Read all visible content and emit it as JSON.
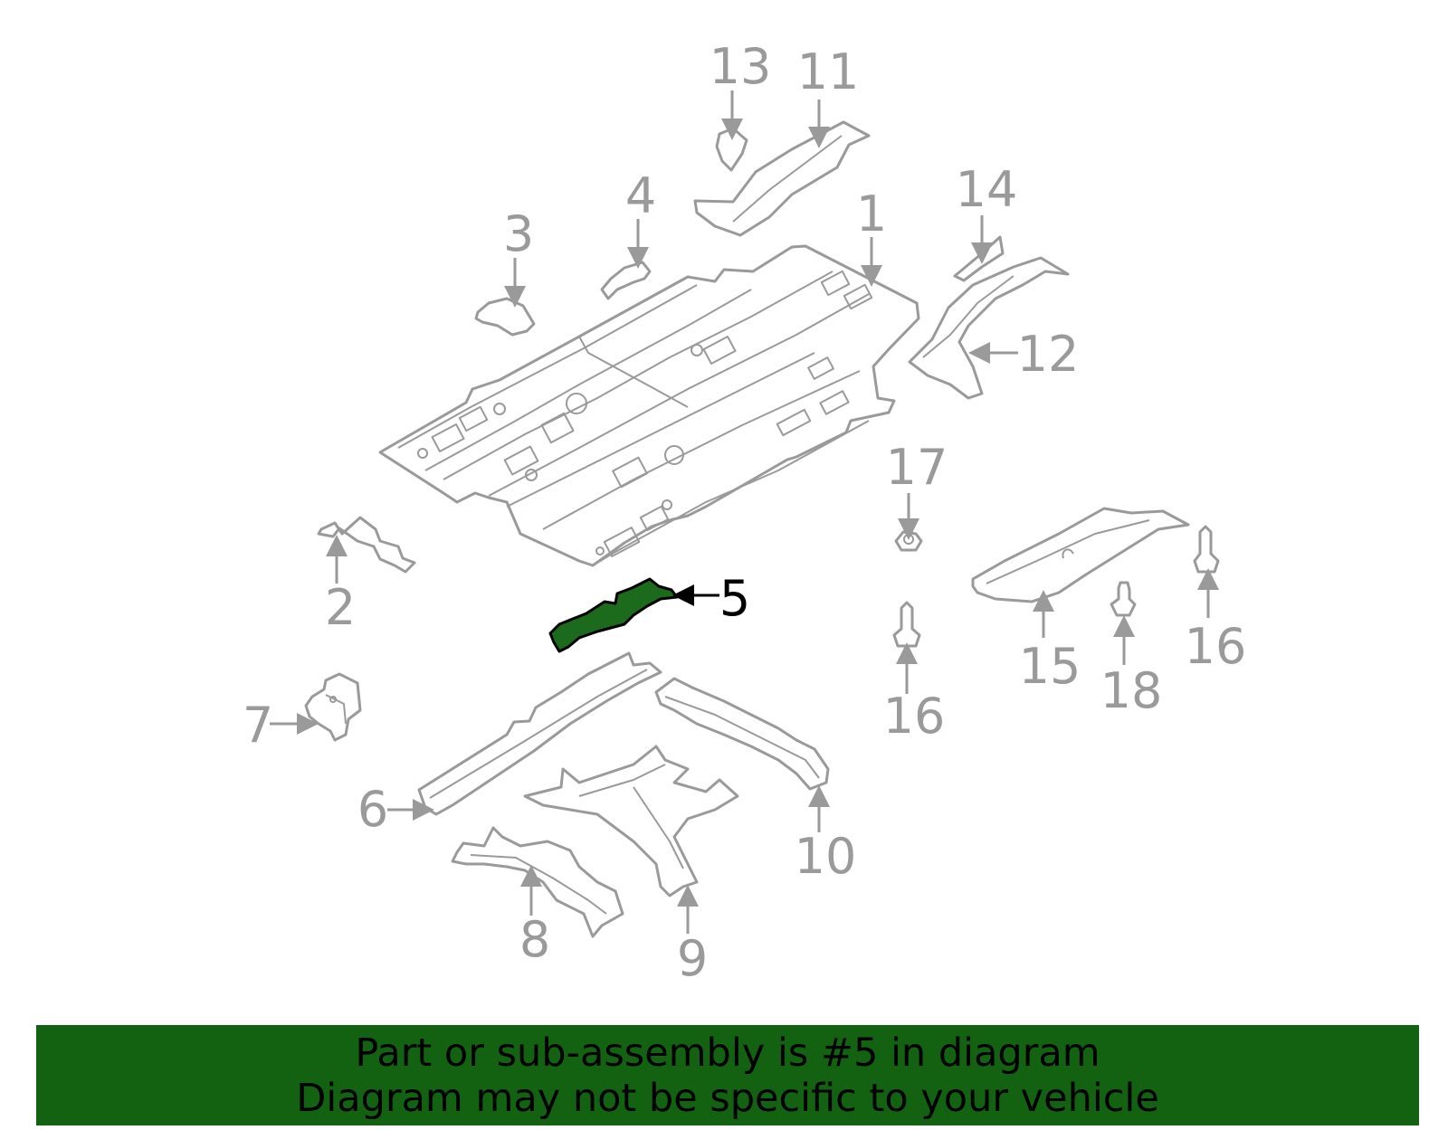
{
  "callouts": {
    "c1": "1",
    "c2": "2",
    "c3": "3",
    "c4": "4",
    "c5": "5",
    "c6": "6",
    "c7": "7",
    "c8": "8",
    "c9": "9",
    "c10": "10",
    "c11": "11",
    "c12": "12",
    "c13": "13",
    "c14": "14",
    "c15": "15",
    "c16a": "16",
    "c16b": "16",
    "c17": "17",
    "c18": "18"
  },
  "highlighted_part": "5",
  "colors": {
    "part_line": "#9a9a9a",
    "highlight_fill": "#1c6b1c",
    "banner": "#126212"
  },
  "banner": {
    "line1": "Part or sub-assembly is #5 in diagram",
    "line2": "Diagram may not be specific to your vehicle"
  }
}
